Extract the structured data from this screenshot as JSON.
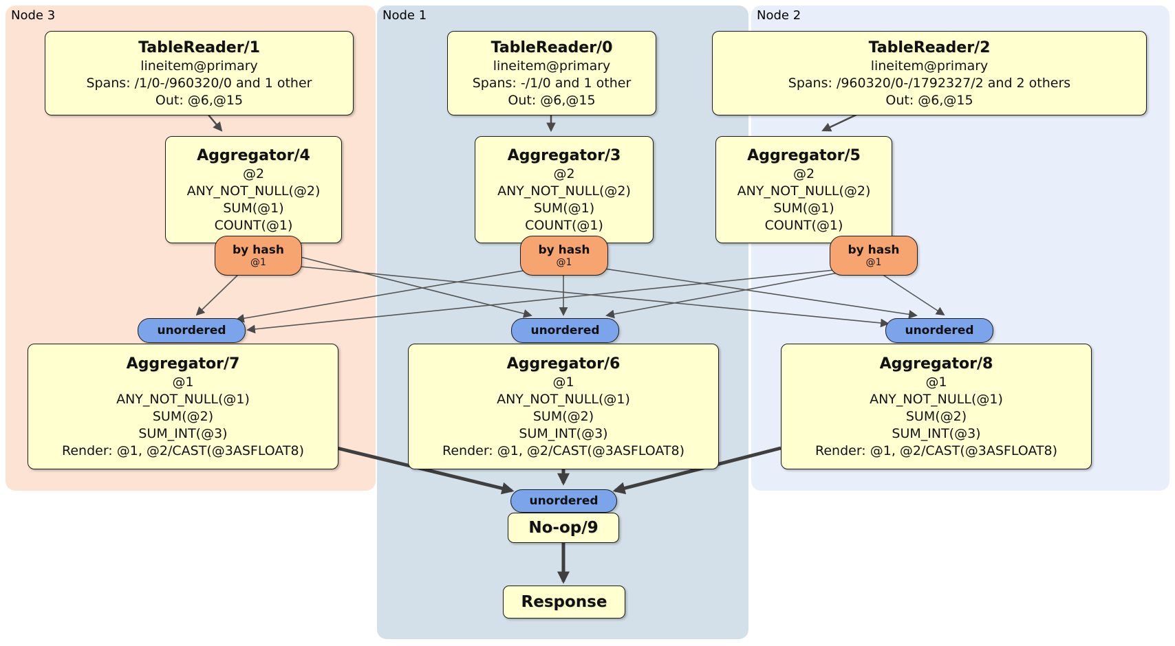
{
  "regions": [
    {
      "label": "Node 3"
    },
    {
      "label": "Node 1"
    },
    {
      "label": "Node 2"
    }
  ],
  "processors": {
    "tr1": {
      "title": "TableReader/1",
      "lines": [
        "lineitem@primary",
        "Spans: /1/0-/960320/0 and 1 other",
        "Out: @6,@15"
      ]
    },
    "tr0": {
      "title": "TableReader/0",
      "lines": [
        "lineitem@primary",
        "Spans: -/1/0 and 1 other",
        "Out: @6,@15"
      ]
    },
    "tr2": {
      "title": "TableReader/2",
      "lines": [
        "lineitem@primary",
        "Spans: /960320/0-/1792327/2 and 2 others",
        "Out: @6,@15"
      ]
    },
    "agg4": {
      "title": "Aggregator/4",
      "lines": [
        "@2",
        "ANY_NOT_NULL(@2)",
        "SUM(@1)",
        "COUNT(@1)"
      ]
    },
    "agg3": {
      "title": "Aggregator/3",
      "lines": [
        "@2",
        "ANY_NOT_NULL(@2)",
        "SUM(@1)",
        "COUNT(@1)"
      ]
    },
    "agg5": {
      "title": "Aggregator/5",
      "lines": [
        "@2",
        "ANY_NOT_NULL(@2)",
        "SUM(@1)",
        "COUNT(@1)"
      ]
    },
    "agg7": {
      "title": "Aggregator/7",
      "lines": [
        "@1",
        "ANY_NOT_NULL(@1)",
        "SUM(@2)",
        "SUM_INT(@3)",
        "Render: @1, @2/CAST(@3ASFLOAT8)"
      ]
    },
    "agg6": {
      "title": "Aggregator/6",
      "lines": [
        "@1",
        "ANY_NOT_NULL(@1)",
        "SUM(@2)",
        "SUM_INT(@3)",
        "Render: @1, @2/CAST(@3ASFLOAT8)"
      ]
    },
    "agg8": {
      "title": "Aggregator/8",
      "lines": [
        "@1",
        "ANY_NOT_NULL(@1)",
        "SUM(@2)",
        "SUM_INT(@3)",
        "Render: @1, @2/CAST(@3ASFLOAT8)"
      ]
    },
    "noop": {
      "title": "No-op/9"
    },
    "response": {
      "title": "Response"
    }
  },
  "router": {
    "label": "by hash",
    "sub": "@1"
  },
  "sync": {
    "label": "unordered"
  },
  "colors": {
    "region_node3": "#fce3d3",
    "region_node1": "#d3e0e9",
    "region_node2": "#e9effa",
    "processor_fill": "#ffffcf",
    "router_fill": "#f6a570",
    "sync_fill": "#7ba4ea",
    "edge": "#4a4a4a"
  }
}
